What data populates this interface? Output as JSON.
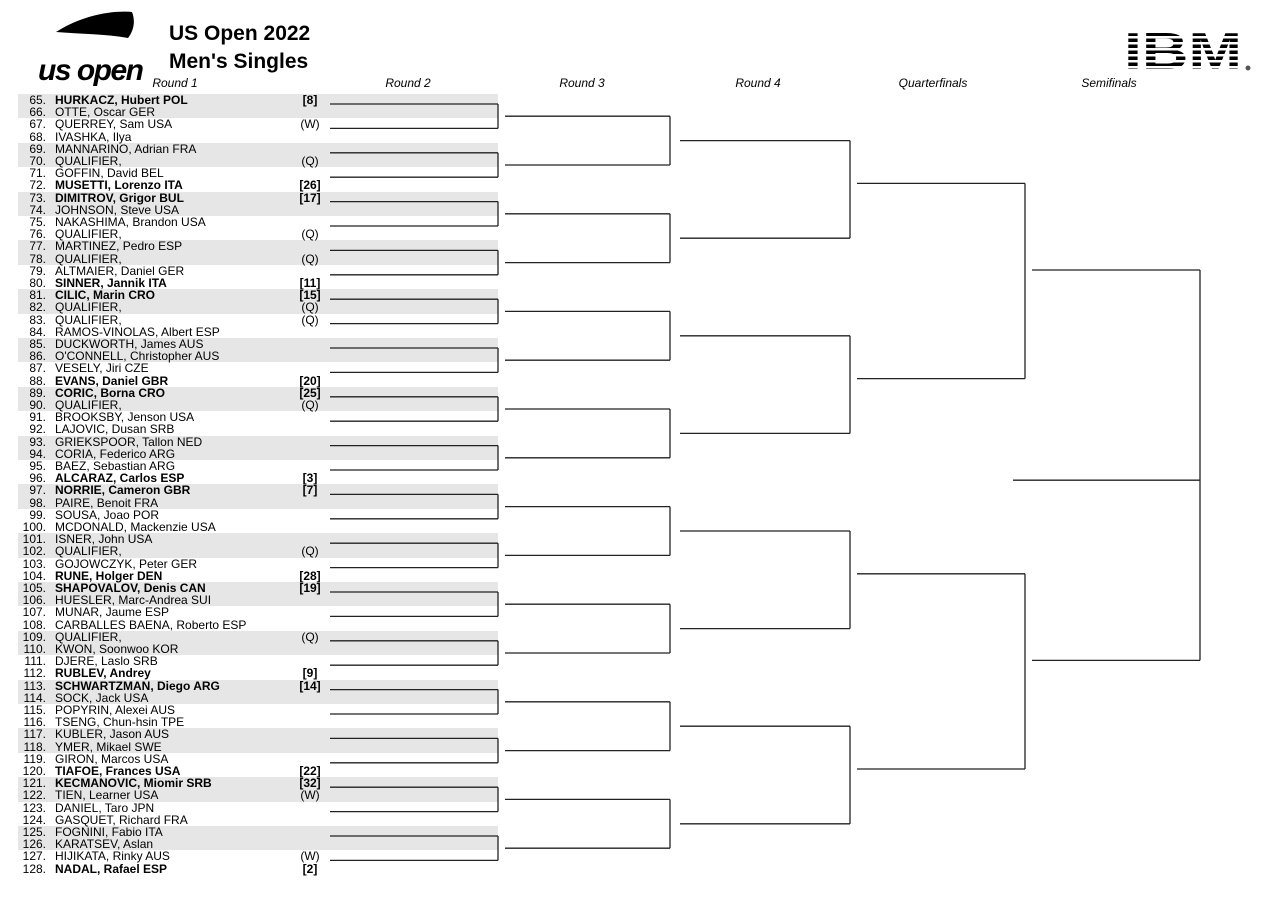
{
  "header": {
    "logo_text": "us open",
    "title_line1": "US Open 2022",
    "title_line2": "Men's Singles",
    "sponsor_logo_text": "IBM"
  },
  "rounds": [
    "Round 1",
    "Round 2",
    "Round 3",
    "Round 4",
    "Quarterfinals",
    "Semifinals"
  ],
  "players": [
    {
      "num": "65.",
      "name": "HURKACZ, Hubert POL",
      "seed": "[8]",
      "bold": true
    },
    {
      "num": "66.",
      "name": "OTTE, Oscar GER",
      "seed": "",
      "bold": false
    },
    {
      "num": "67.",
      "name": "QUERREY, Sam USA",
      "seed": "(W)",
      "bold": false
    },
    {
      "num": "68.",
      "name": "IVASHKA, Ilya",
      "seed": "",
      "bold": false
    },
    {
      "num": "69.",
      "name": "MANNARINO, Adrian FRA",
      "seed": "",
      "bold": false
    },
    {
      "num": "70.",
      "name": "QUALIFIER,",
      "seed": "(Q)",
      "bold": false
    },
    {
      "num": "71.",
      "name": "GOFFIN, David BEL",
      "seed": "",
      "bold": false
    },
    {
      "num": "72.",
      "name": "MUSETTI, Lorenzo ITA",
      "seed": "[26]",
      "bold": true
    },
    {
      "num": "73.",
      "name": "DIMITROV, Grigor BUL",
      "seed": "[17]",
      "bold": true
    },
    {
      "num": "74.",
      "name": "JOHNSON, Steve USA",
      "seed": "",
      "bold": false
    },
    {
      "num": "75.",
      "name": "NAKASHIMA, Brandon USA",
      "seed": "",
      "bold": false
    },
    {
      "num": "76.",
      "name": "QUALIFIER,",
      "seed": "(Q)",
      "bold": false
    },
    {
      "num": "77.",
      "name": "MARTINEZ, Pedro ESP",
      "seed": "",
      "bold": false
    },
    {
      "num": "78.",
      "name": "QUALIFIER,",
      "seed": "(Q)",
      "bold": false
    },
    {
      "num": "79.",
      "name": "ALTMAIER, Daniel GER",
      "seed": "",
      "bold": false
    },
    {
      "num": "80.",
      "name": "SINNER, Jannik ITA",
      "seed": "[11]",
      "bold": true
    },
    {
      "num": "81.",
      "name": "CILIC, Marin CRO",
      "seed": "[15]",
      "bold": true
    },
    {
      "num": "82.",
      "name": "QUALIFIER,",
      "seed": "(Q)",
      "bold": false
    },
    {
      "num": "83.",
      "name": "QUALIFIER,",
      "seed": "(Q)",
      "bold": false
    },
    {
      "num": "84.",
      "name": "RAMOS-VINOLAS, Albert ESP",
      "seed": "",
      "bold": false
    },
    {
      "num": "85.",
      "name": "DUCKWORTH, James AUS",
      "seed": "",
      "bold": false
    },
    {
      "num": "86.",
      "name": "O'CONNELL, Christopher AUS",
      "seed": "",
      "bold": false
    },
    {
      "num": "87.",
      "name": "VESELY, Jiri CZE",
      "seed": "",
      "bold": false
    },
    {
      "num": "88.",
      "name": "EVANS, Daniel GBR",
      "seed": "[20]",
      "bold": true
    },
    {
      "num": "89.",
      "name": "CORIC, Borna CRO",
      "seed": "[25]",
      "bold": true
    },
    {
      "num": "90.",
      "name": "QUALIFIER,",
      "seed": "(Q)",
      "bold": false
    },
    {
      "num": "91.",
      "name": "BROOKSBY, Jenson USA",
      "seed": "",
      "bold": false
    },
    {
      "num": "92.",
      "name": "LAJOVIC, Dusan SRB",
      "seed": "",
      "bold": false
    },
    {
      "num": "93.",
      "name": "GRIEKSPOOR, Tallon NED",
      "seed": "",
      "bold": false
    },
    {
      "num": "94.",
      "name": "CORIA, Federico ARG",
      "seed": "",
      "bold": false
    },
    {
      "num": "95.",
      "name": "BAEZ, Sebastian ARG",
      "seed": "",
      "bold": false
    },
    {
      "num": "96.",
      "name": "ALCARAZ, Carlos ESP",
      "seed": "[3]",
      "bold": true
    },
    {
      "num": "97.",
      "name": "NORRIE, Cameron GBR",
      "seed": "[7]",
      "bold": true
    },
    {
      "num": "98.",
      "name": "PAIRE, Benoit FRA",
      "seed": "",
      "bold": false
    },
    {
      "num": "99.",
      "name": "SOUSA, Joao POR",
      "seed": "",
      "bold": false
    },
    {
      "num": "100.",
      "name": "MCDONALD, Mackenzie USA",
      "seed": "",
      "bold": false
    },
    {
      "num": "101.",
      "name": "ISNER, John USA",
      "seed": "",
      "bold": false
    },
    {
      "num": "102.",
      "name": "QUALIFIER,",
      "seed": "(Q)",
      "bold": false
    },
    {
      "num": "103.",
      "name": "GOJOWCZYK, Peter GER",
      "seed": "",
      "bold": false
    },
    {
      "num": "104.",
      "name": "RUNE, Holger DEN",
      "seed": "[28]",
      "bold": true
    },
    {
      "num": "105.",
      "name": "SHAPOVALOV, Denis CAN",
      "seed": "[19]",
      "bold": true
    },
    {
      "num": "106.",
      "name": "HUESLER, Marc-Andrea SUI",
      "seed": "",
      "bold": false
    },
    {
      "num": "107.",
      "name": "MUNAR, Jaume ESP",
      "seed": "",
      "bold": false
    },
    {
      "num": "108.",
      "name": "CARBALLES BAENA, Roberto ESP",
      "seed": "",
      "bold": false
    },
    {
      "num": "109.",
      "name": "QUALIFIER,",
      "seed": "(Q)",
      "bold": false
    },
    {
      "num": "110.",
      "name": "KWON, Soonwoo KOR",
      "seed": "",
      "bold": false
    },
    {
      "num": "111.",
      "name": "DJERE, Laslo SRB",
      "seed": "",
      "bold": false
    },
    {
      "num": "112.",
      "name": "RUBLEV, Andrey",
      "seed": "[9]",
      "bold": true
    },
    {
      "num": "113.",
      "name": "SCHWARTZMAN, Diego ARG",
      "seed": "[14]",
      "bold": true
    },
    {
      "num": "114.",
      "name": "SOCK, Jack USA",
      "seed": "",
      "bold": false
    },
    {
      "num": "115.",
      "name": "POPYRIN, Alexei AUS",
      "seed": "",
      "bold": false
    },
    {
      "num": "116.",
      "name": "TSENG, Chun-hsin TPE",
      "seed": "",
      "bold": false
    },
    {
      "num": "117.",
      "name": "KUBLER, Jason AUS",
      "seed": "",
      "bold": false
    },
    {
      "num": "118.",
      "name": "YMER, Mikael SWE",
      "seed": "",
      "bold": false
    },
    {
      "num": "119.",
      "name": "GIRON, Marcos USA",
      "seed": "",
      "bold": false
    },
    {
      "num": "120.",
      "name": "TIAFOE, Frances USA",
      "seed": "[22]",
      "bold": true
    },
    {
      "num": "121.",
      "name": "KECMANOVIC, Miomir SRB",
      "seed": "[32]",
      "bold": true
    },
    {
      "num": "122.",
      "name": "TIEN, Learner USA",
      "seed": "(W)",
      "bold": false
    },
    {
      "num": "123.",
      "name": "DANIEL, Taro JPN",
      "seed": "",
      "bold": false
    },
    {
      "num": "124.",
      "name": "GASQUET, Richard FRA",
      "seed": "",
      "bold": false
    },
    {
      "num": "125.",
      "name": "FOGNINI, Fabio ITA",
      "seed": "",
      "bold": false
    },
    {
      "num": "126.",
      "name": "KARATSEV, Aslan",
      "seed": "",
      "bold": false
    },
    {
      "num": "127.",
      "name": "HIJIKATA, Rinky AUS",
      "seed": "(W)",
      "bold": false
    },
    {
      "num": "128.",
      "name": "NADAL, Rafael ESP",
      "seed": "[2]",
      "bold": true
    }
  ],
  "colors": {
    "band": "#e6e6e6",
    "lines": "#222222"
  }
}
